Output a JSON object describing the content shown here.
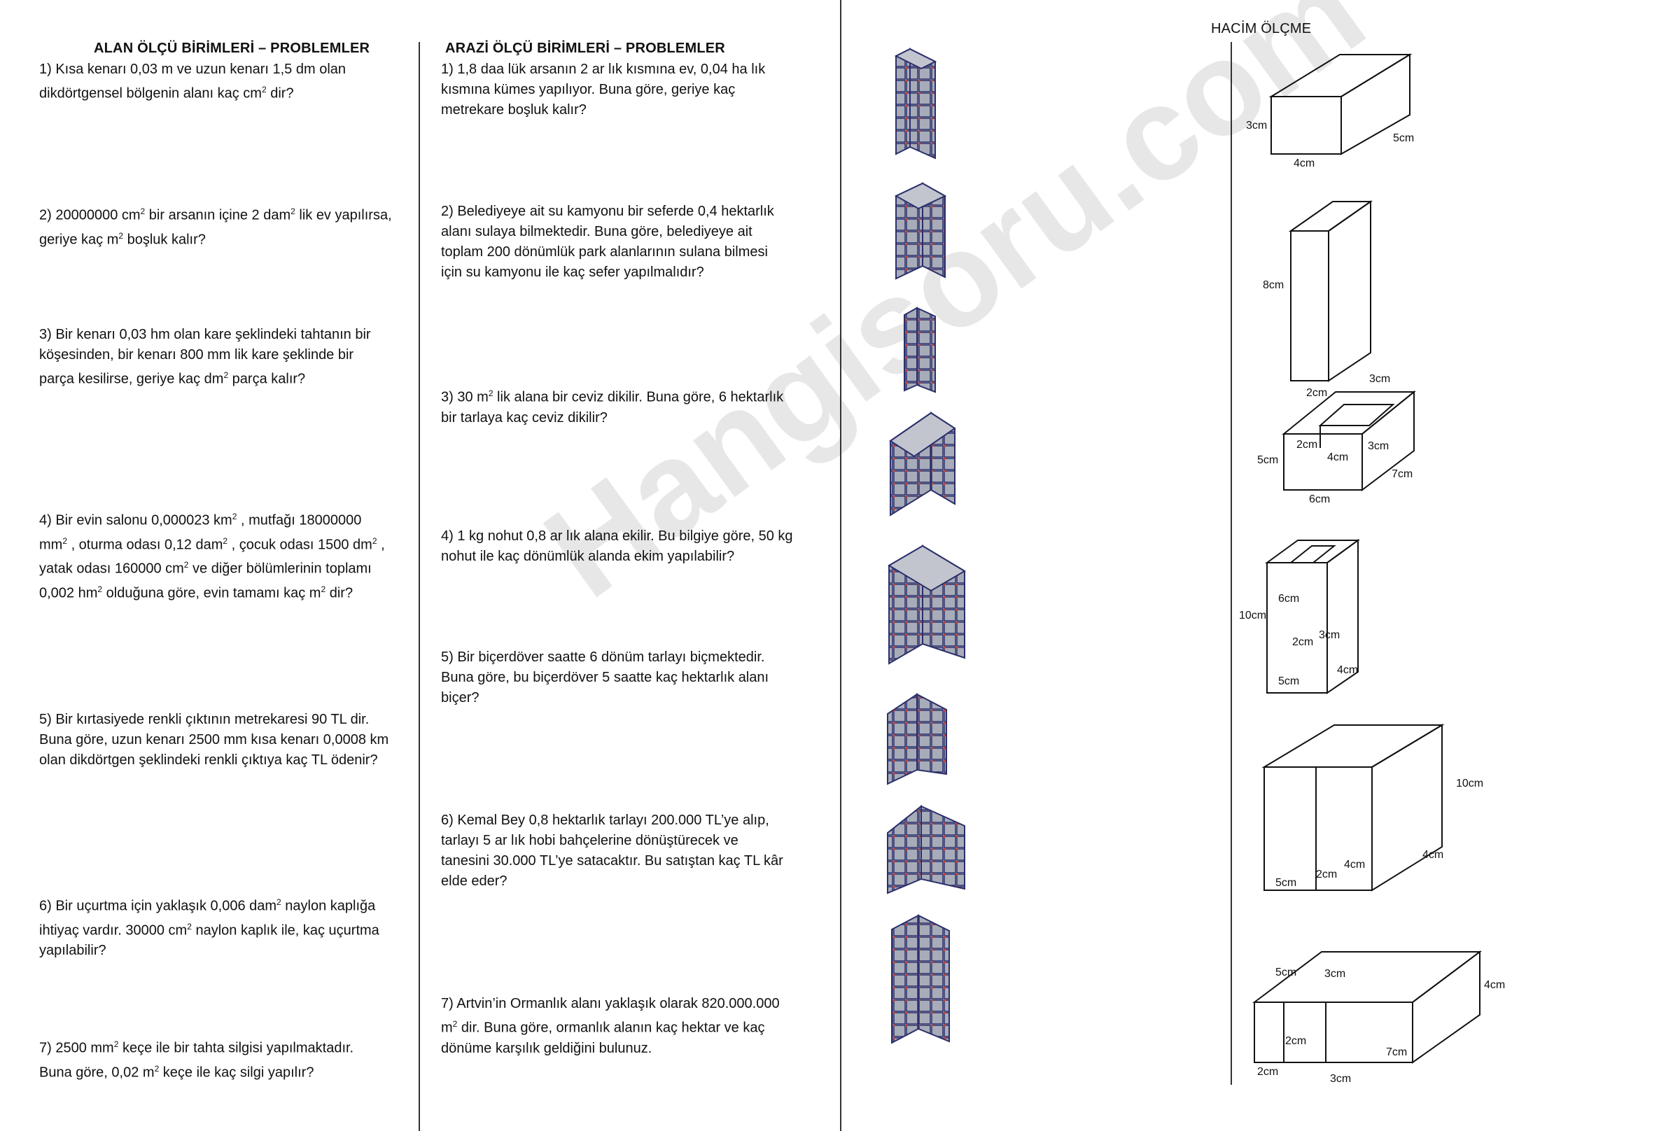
{
  "alan": {
    "title": "ALAN ÖLÇÜ BİRİMLERİ – PROBLEMLER",
    "q1a": "1) Kısa kenarı 0,03 m ve uzun kenarı 1,5 dm olan\ndikdörtgensel bölgenin alanı kaç cm",
    "q1b": " dir?",
    "q2a": "2) 20000000 cm",
    "q2b": " bir arsanın içine 2 dam",
    "q2c": " lik ev yapılırsa,\ngeriye kaç m",
    "q2d": " boşluk kalır?",
    "q3a": "3) Bir kenarı 0,03 hm olan kare şeklindeki tahtanın bir\nköşesinden, bir kenarı 800 mm lik kare şeklinde bir\nparça kesilirse, geriye kaç dm",
    "q3b": " parça kalır?",
    "q4a": "4) Bir evin salonu 0,000023 km",
    "q4b": " , mutfağı 18000000\nmm",
    "q4c": " , oturma odası 0,12 dam",
    "q4d": " , çocuk odası 1500 dm",
    "q4e": " ,\nyatak odası 160000 cm",
    "q4f": " ve diğer bölümlerinin toplamı\n0,002 hm",
    "q4g": " olduğuna göre, evin tamamı kaç m",
    "q4h": " dir?",
    "q5": "5) Bir kırtasiyede renkli çıktının metrekaresi 90 TL dir.\nBuna göre, uzun kenarı 2500 mm kısa kenarı 0,0008 km\nolan dikdörtgen şeklindeki renkli çıktıya kaç TL ödenir?",
    "q6a": "6) Bir uçurtma için yaklaşık 0,006 dam",
    "q6b": " naylon kaplığa\nihtiyaç vardır. 30000 cm",
    "q6c": " naylon kaplık ile, kaç uçurtma\nyapılabilir?",
    "q7a": "7) 2500 mm",
    "q7b": " keçe ile bir tahta silgisi yapılmaktadır.\nBuna göre, 0,02 m",
    "q7c": " keçe ile kaç silgi yapılır?",
    "sup": "2"
  },
  "arazi": {
    "title": "ARAZİ ÖLÇÜ BİRİMLERİ – PROBLEMLER",
    "q1": "1) 1,8 daa lük arsanın 2 ar lık kısmına ev, 0,04 ha lık\nkısmına kümes yapılıyor. Buna göre, geriye kaç\nmetrekare boşluk kalır?",
    "q2": "2) Belediyeye ait su kamyonu bir seferde 0,4 hektarlık\nalanı sulaya bilmektedir. Buna göre, belediyeye ait\ntoplam 200 dönümlük park alanlarının sulana bilmesi\niçin su kamyonu ile kaç sefer yapılmalıdır?",
    "q3a": "3) 30 m",
    "q3b": " lik alana bir ceviz dikilir. Buna göre, 6 hektarlık\nbir tarlaya kaç ceviz dikilir?",
    "q4": "4) 1 kg nohut 0,8 ar lık alana ekilir. Bu bilgiye göre, 50 kg\nnohut ile kaç dönümlük alanda ekim yapılabilir?",
    "q5": "5) Bir biçerdöver saatte 6 dönüm tarlayı biçmektedir.\nBuna göre, bu biçerdöver 5 saatte kaç hektarlık alanı\nbiçer?",
    "q6": "6) Kemal Bey 0,8 hektarlık tarlayı 200.000 TL’ye alıp,\ntarlayı 5 ar lık hobi bahçelerine dönüştürecek ve\ntanesini 30.000 TL’ye satacaktır. Bu satıştan kaç TL kâr\nelde eder?",
    "q7a": "7) Artvin’in Ormanlık alanı yaklaşık olarak 820.000.000\nm",
    "q7b": " dir. Buna göre, ormanlık alanın kaç hektar ve kaç\ndönüme karşılık geldiğini bulunuz.",
    "sup": "2"
  },
  "hacim": {
    "title": "HACİM ÖLÇME",
    "s1": [
      "3cm",
      "5cm",
      "4cm"
    ],
    "s2": [
      "8cm",
      "2cm",
      "3cm"
    ],
    "s3": [
      "5cm",
      "2cm",
      "4cm",
      "3cm",
      "7cm",
      "6cm"
    ],
    "s4": [
      "10cm",
      "6cm",
      "2cm",
      "3cm",
      "5cm",
      "4cm"
    ],
    "s5": [
      "10cm",
      "5cm",
      "2cm",
      "4cm",
      "4cm"
    ],
    "s6": [
      "5cm",
      "3cm",
      "4cm",
      "2cm",
      "2cm",
      "7cm",
      "3cm"
    ]
  },
  "watermark": "Hangisoru.com"
}
